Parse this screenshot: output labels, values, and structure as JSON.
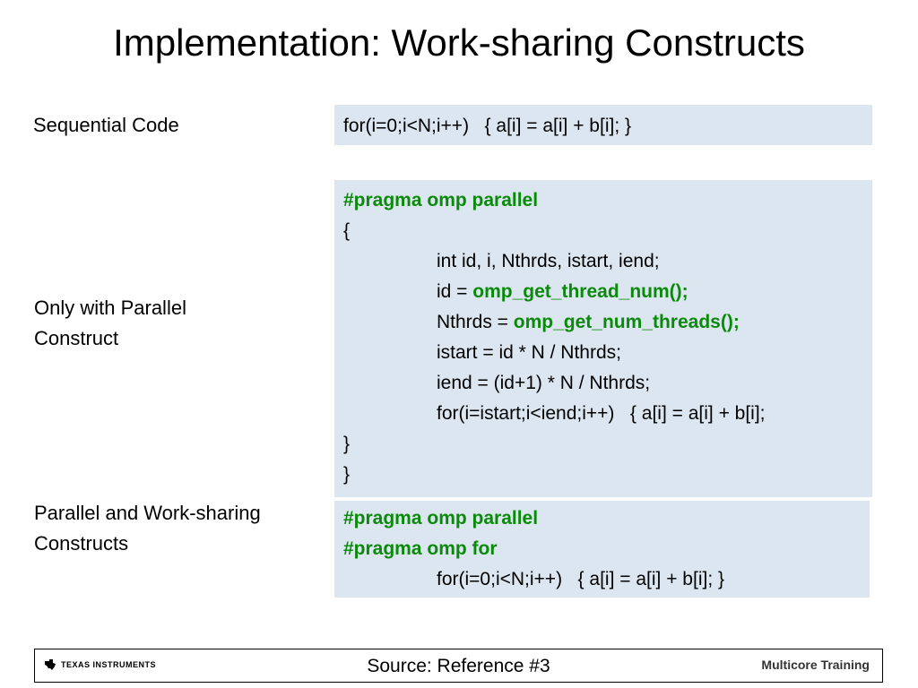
{
  "title": "Implementation: Work-sharing Constructs",
  "labels": {
    "sequential": "Sequential Code",
    "parallel_only": [
      "Only with Parallel",
      "Construct"
    ],
    "work_sharing": [
      "Parallel and Work-sharing",
      "Constructs"
    ]
  },
  "sequential_code": "for(i=0;i<N;i++)   { a[i] = a[i] + b[i]; }",
  "parallel_code": {
    "pragma": "#pragma omp parallel",
    "open": "{",
    "decl": "int id, i, Nthrds, istart, iend;",
    "id_prefix": "id = ",
    "id_call": "omp_get_thread_num();",
    "nthrds_prefix": "Nthrds = ",
    "nthrds_call": "omp_get_num_threads();",
    "istart": "istart = id * N / Nthrds;",
    "iend": "iend = (id+1) * N / Nthrds;",
    "loop": "for(i=istart;i<iend;i++)   { a[i] = a[i] + b[i];",
    "close1": "}",
    "close2": "}"
  },
  "worksharing_code": {
    "pragma1": "#pragma omp parallel",
    "pragma2": "#pragma omp for",
    "loop": "for(i=0;i<N;i++)   { a[i] = a[i] + b[i]; }"
  },
  "footer": {
    "logo_text": "Texas Instruments",
    "source": "Source: Reference #3",
    "brand": "Multicore Training"
  },
  "colors": {
    "code_background": "#dce6f0",
    "keyword_green": "#0a8a0a"
  }
}
